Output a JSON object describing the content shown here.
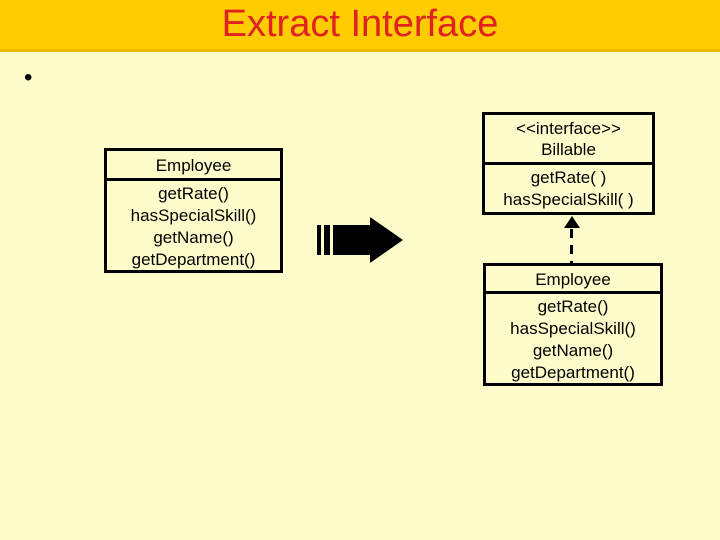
{
  "slide": {
    "title": "Extract Interface",
    "bullet_char": "•"
  },
  "colors": {
    "title_bar_bg": "#FFCC00",
    "title_bar_edge": "#EDB500",
    "title_text": "#E02222",
    "background": "#FFFCCC",
    "diagram_ink": "#000000"
  },
  "diagram": {
    "source_class": {
      "name": "Employee",
      "methods": [
        "getRate()",
        "hasSpecialSkill()",
        "getName()",
        "getDepartment()"
      ]
    },
    "interface_box": {
      "stereotype": "<<interface>>",
      "name": "Billable",
      "methods": [
        "getRate( )",
        "hasSpecialSkill( )"
      ]
    },
    "result_class": {
      "name": "Employee",
      "methods": [
        "getRate()",
        "hasSpecialSkill()",
        "getName()",
        "getDepartment()"
      ]
    }
  }
}
